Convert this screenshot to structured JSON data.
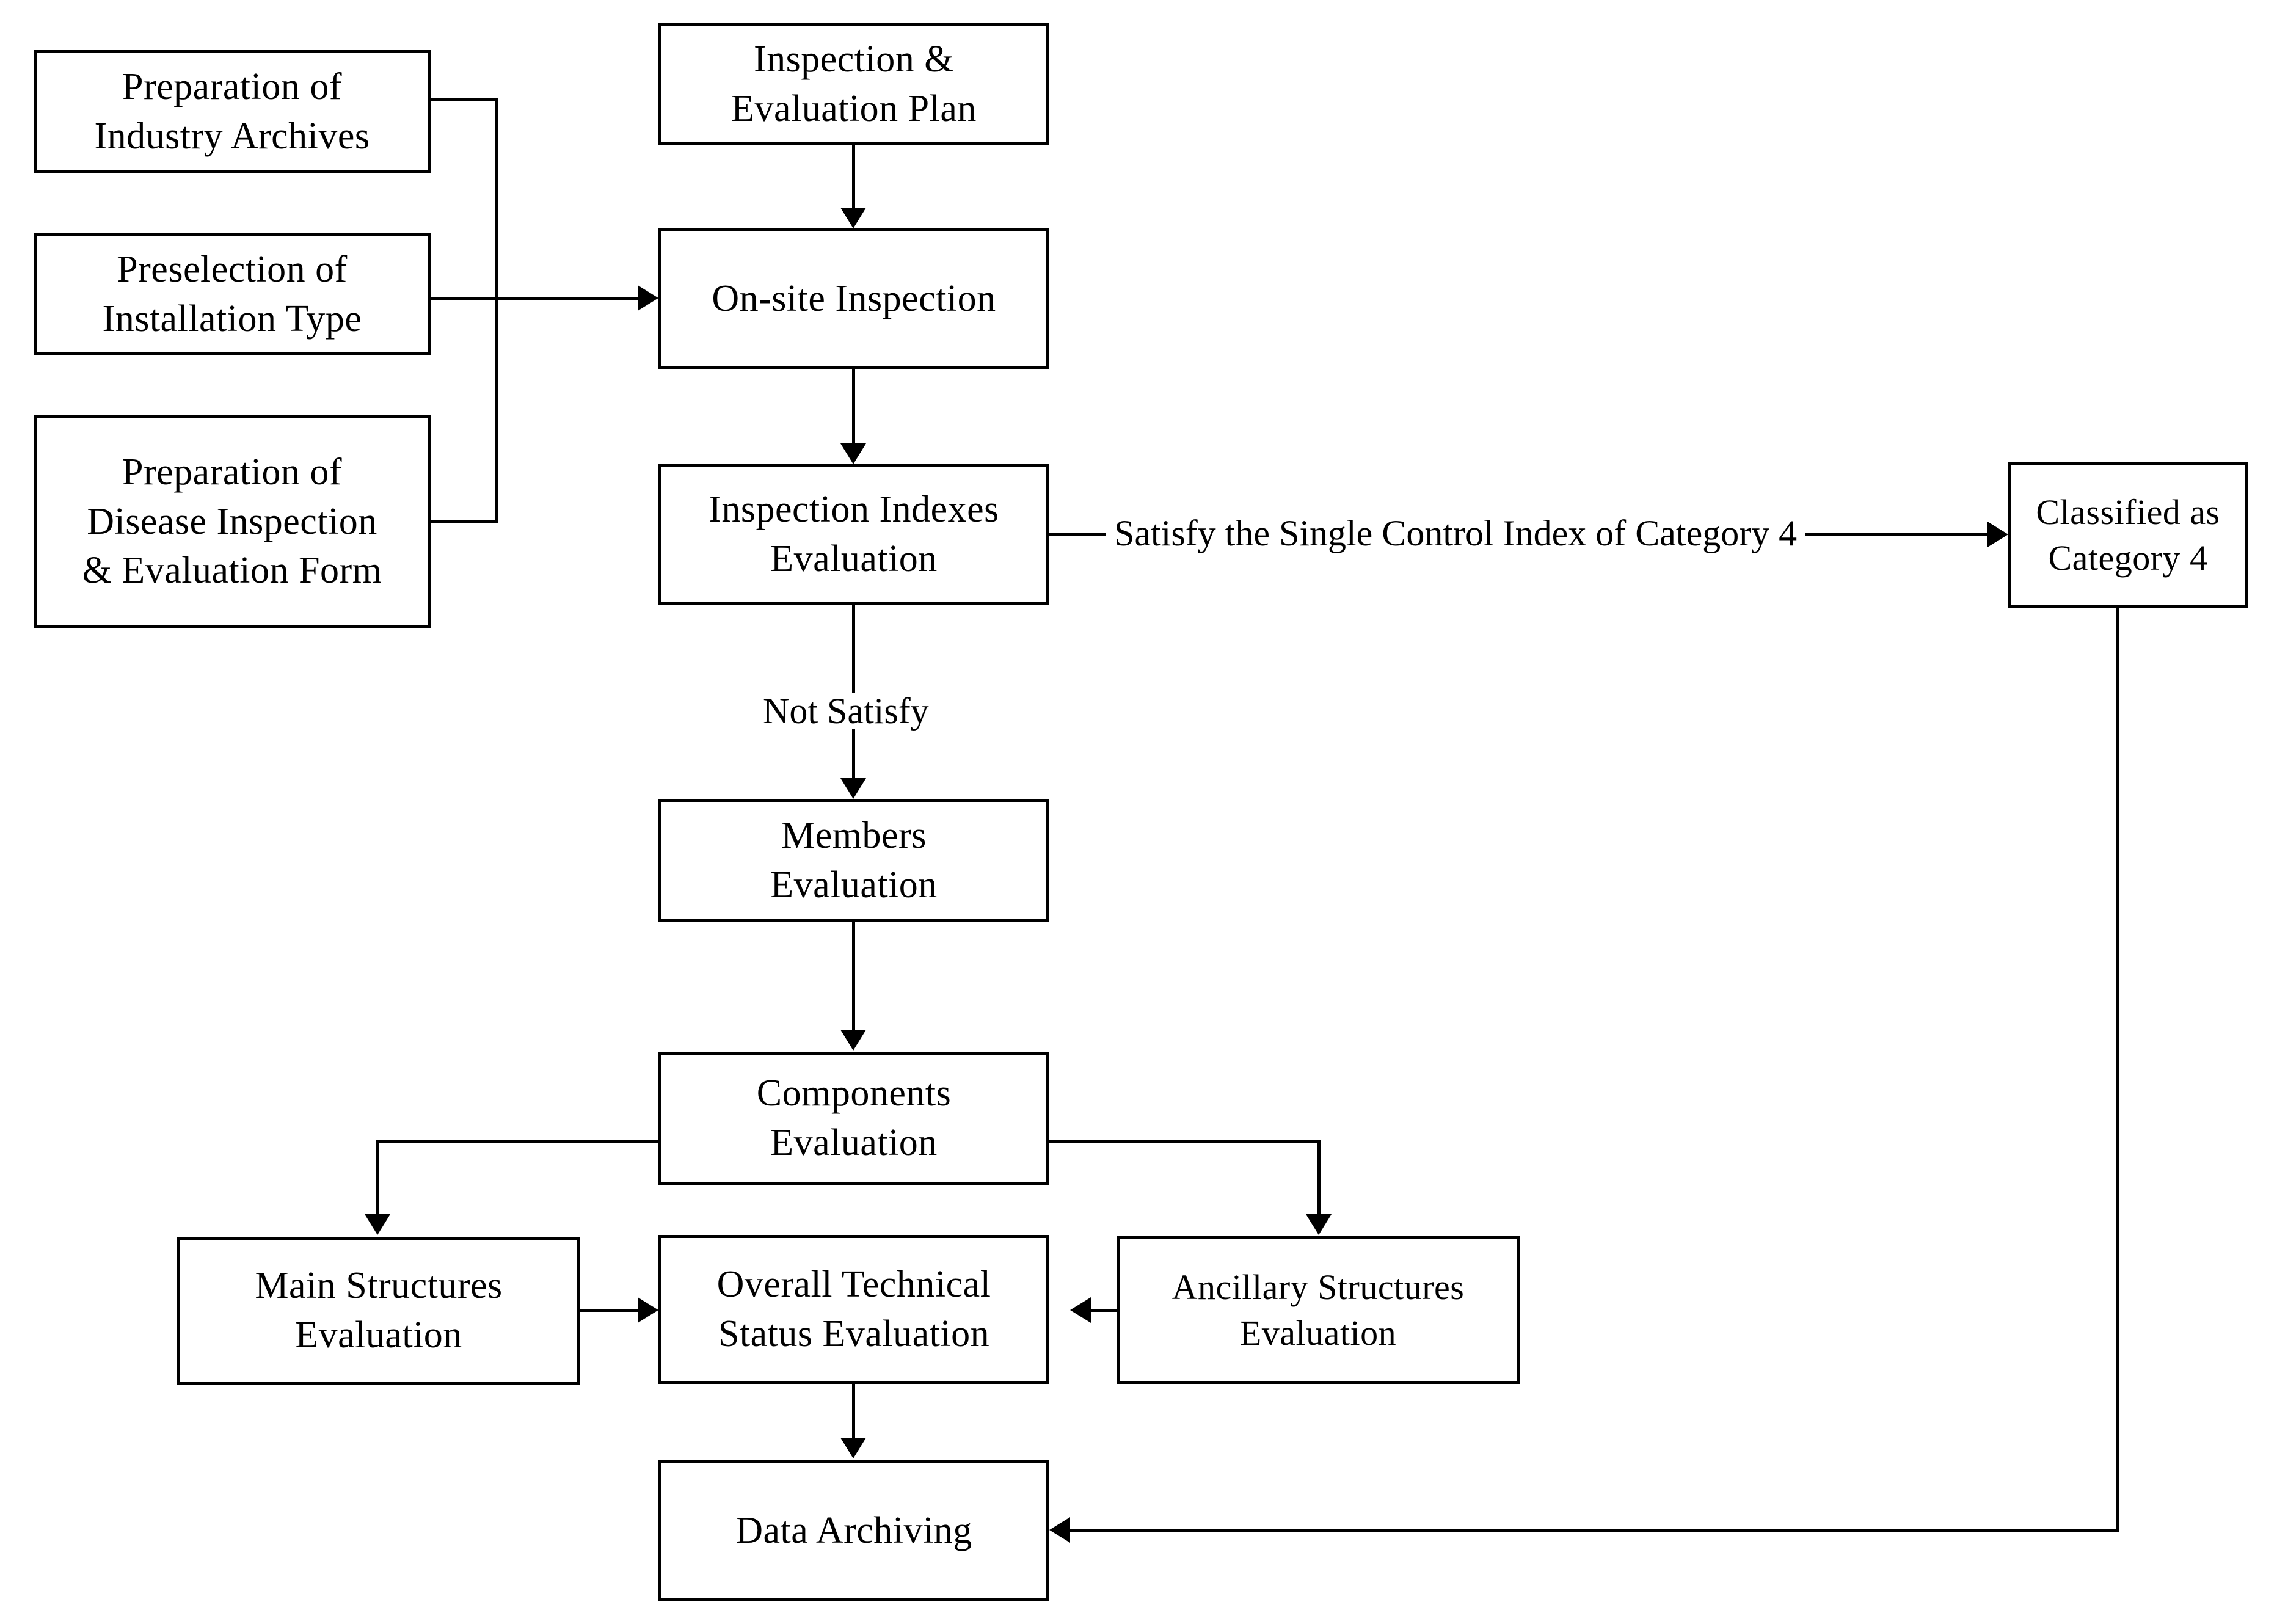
{
  "diagram": {
    "type": "flowchart",
    "title": "Inspection and Evaluation Process Flowchart",
    "orientation": "top-to-bottom",
    "nodes": [
      {
        "id": "prep-industry-archives",
        "name": "preparation-of-industry-archives",
        "lines": [
          "Preparation of",
          "Industry Archives"
        ]
      },
      {
        "id": "preselection-installation-type",
        "name": "preselection-of-installation-type",
        "lines": [
          "Preselection of",
          "Installation Type"
        ]
      },
      {
        "id": "prep-disease-form",
        "name": "preparation-of-disease-inspection-and-evaluation-form",
        "lines": [
          "Preparation of",
          "Disease Inspection",
          "& Evaluation Form"
        ]
      },
      {
        "id": "inspection-evaluation-plan",
        "name": "inspection-and-evaluation-plan",
        "lines": [
          "Inspection  &",
          "Evaluation Plan"
        ]
      },
      {
        "id": "on-site-inspection",
        "name": "on-site-inspection",
        "lines": [
          "On-site Inspection"
        ]
      },
      {
        "id": "inspection-indexes-evaluation",
        "name": "inspection-indexes-evaluation",
        "lines": [
          "Inspection Indexes",
          "Evaluation"
        ]
      },
      {
        "id": "classified-category-4",
        "name": "classified-as-category-4",
        "lines": [
          "Classified as",
          "Category 4"
        ]
      },
      {
        "id": "members-evaluation",
        "name": "members-evaluation",
        "lines": [
          "Members",
          "Evaluation"
        ]
      },
      {
        "id": "components-evaluation",
        "name": "components-evaluation",
        "lines": [
          "Components",
          "Evaluation"
        ]
      },
      {
        "id": "main-structures-evaluation",
        "name": "main-structures-evaluation",
        "lines": [
          "Main Structures",
          "Evaluation"
        ]
      },
      {
        "id": "overall-technical-status-evaluation",
        "name": "overall-technical-status-evaluation",
        "lines": [
          "Overall Technical",
          "Status Evaluation"
        ]
      },
      {
        "id": "ancillary-structures-evaluation",
        "name": "ancillary-structures-evaluation",
        "lines": [
          "Ancillary Structures",
          "Evaluation"
        ]
      },
      {
        "id": "data-archiving",
        "name": "data-archiving",
        "lines": [
          "Data Archiving"
        ]
      }
    ],
    "edge_labels": {
      "satisfy_category_4": "Satisfy the Single Control Index of Category 4",
      "not_satisfy": "Not Satisfy"
    },
    "edges": [
      {
        "from": "inspection-evaluation-plan",
        "to": "on-site-inspection",
        "label": ""
      },
      {
        "from": "prep-industry-archives",
        "to": "on-site-inspection",
        "label": ""
      },
      {
        "from": "preselection-installation-type",
        "to": "on-site-inspection",
        "label": ""
      },
      {
        "from": "prep-disease-form",
        "to": "on-site-inspection",
        "label": ""
      },
      {
        "from": "on-site-inspection",
        "to": "inspection-indexes-evaluation",
        "label": ""
      },
      {
        "from": "inspection-indexes-evaluation",
        "to": "classified-category-4",
        "label": "Satisfy the Single Control Index of Category 4"
      },
      {
        "from": "inspection-indexes-evaluation",
        "to": "members-evaluation",
        "label": "Not Satisfy"
      },
      {
        "from": "members-evaluation",
        "to": "components-evaluation",
        "label": ""
      },
      {
        "from": "components-evaluation",
        "to": "main-structures-evaluation",
        "label": ""
      },
      {
        "from": "components-evaluation",
        "to": "ancillary-structures-evaluation",
        "label": ""
      },
      {
        "from": "main-structures-evaluation",
        "to": "overall-technical-status-evaluation",
        "label": ""
      },
      {
        "from": "ancillary-structures-evaluation",
        "to": "overall-technical-status-evaluation",
        "label": ""
      },
      {
        "from": "overall-technical-status-evaluation",
        "to": "data-archiving",
        "label": ""
      },
      {
        "from": "classified-category-4",
        "to": "data-archiving",
        "label": ""
      }
    ],
    "colors": {
      "stroke": "#000000",
      "fill": "#ffffff",
      "text": "#000000"
    }
  }
}
